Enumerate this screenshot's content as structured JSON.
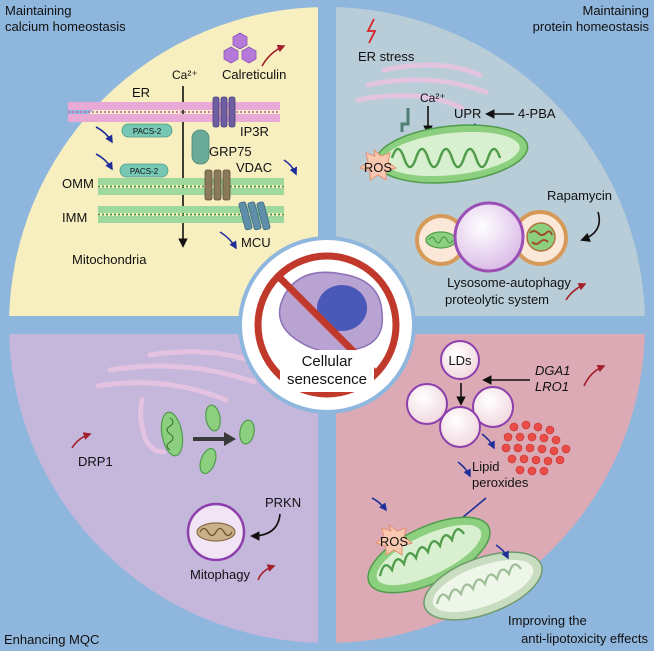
{
  "quadrants": {
    "top_left": {
      "caption_line1": "Maintaining",
      "caption_line2": "calcium homeostasis",
      "calcium": "Ca²⁺",
      "calreticulin": "Calreticulin",
      "er": "ER",
      "pacs2_a": "PACS-2",
      "pacs2_b": "PACS-2",
      "ip3r": "IP3R",
      "grp75": "GRP75",
      "vdac": "VDAC",
      "omm": "OMM",
      "imm": "IMM",
      "mcu": "MCU",
      "mitochondria": "Mitochondria"
    },
    "top_right": {
      "caption_line1": "Maintaining",
      "caption_line2": "protein homeostasis",
      "er_stress": "ER stress",
      "calcium": "Ca²⁺",
      "upr": "UPR",
      "pba": "4-PBA",
      "ros": "ROS",
      "rapamycin": "Rapamycin",
      "lysosome_line1": "Lysosome-autophagy",
      "lysosome_line2": "proteolytic system"
    },
    "bottom_left": {
      "caption": "Enhancing MQC",
      "drp1": "DRP1",
      "prkn": "PRKN",
      "mitophagy": "Mitophagy"
    },
    "bottom_right": {
      "caption_line1": "Improving the",
      "caption_line2": "anti-lipotoxicity effects",
      "lds": "LDs",
      "dga1": "DGA1",
      "lro1": "LRO1",
      "lipid_line1": "Lipid",
      "lipid_line2": "peroxides",
      "ros": "ROS"
    }
  },
  "center": {
    "line1": "Cellular",
    "line2": "senescence"
  },
  "colors": {
    "background_blue": "#8fb6dc",
    "top_left_fill": "#f8efc0",
    "top_right_fill": "#b9cdd8",
    "bottom_left_fill": "#c5b6dc",
    "bottom_right_fill": "#dcaab5",
    "prohibit_red": "#c0392b",
    "up_arrow": "#a3202a",
    "down_arrow": "#1f2f9a"
  }
}
